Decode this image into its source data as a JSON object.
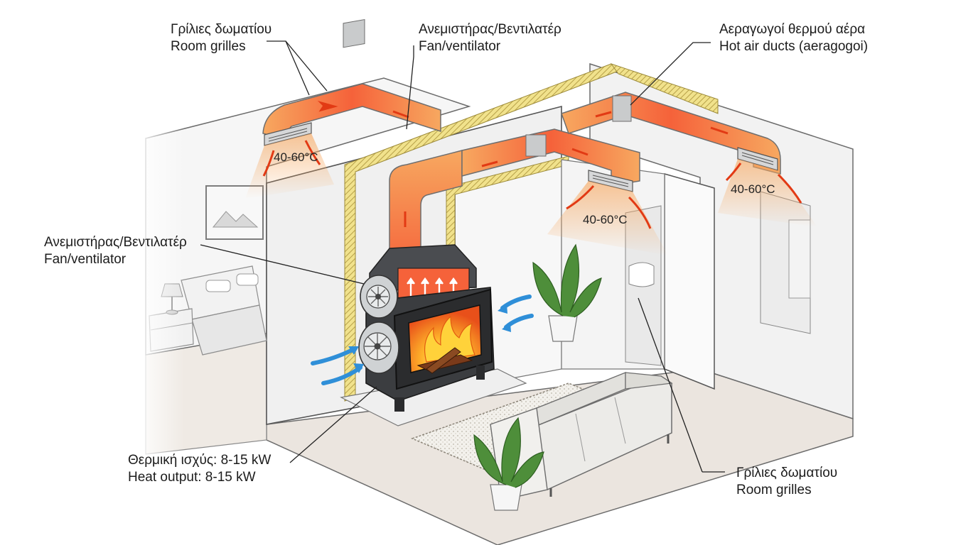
{
  "labels": {
    "room_grilles_top": {
      "greek": "Γρίλιες δωματίου",
      "english": "Room grilles"
    },
    "fan_top": {
      "greek": "Ανεμιστήρας/Βεντιλατέρ",
      "english": "Fan/ventilator"
    },
    "hot_air_ducts": {
      "greek": "Αεραγωγοί θερμού αέρα",
      "english": "Hot air ducts (aeragogoi)"
    },
    "fan_left": {
      "greek": "Ανεμιστήρας/Βεντιλατέρ",
      "english": "Fan/ventilator"
    },
    "heat_output": {
      "greek": "Θερμική ισχύς: 8-15 kW",
      "english": "Heat output: 8-15 kW"
    },
    "room_grilles_bottom": {
      "greek": "Γρίλιες δωματίου",
      "english": "Room grilles"
    }
  },
  "temperatures": {
    "left_room": "40-60°C",
    "center": "40-60°C",
    "right_room": "40-60°C"
  },
  "colors": {
    "duct_hot": "#f5623a",
    "duct_warm": "#f7a860",
    "duct_metal": "#c9cbcc",
    "cold_air": "#2f8fd8",
    "insulation": "#f1e28c",
    "floor": "#ebe5df",
    "wall": "#f4f4f4",
    "stove": "#3b3d40",
    "fire": "#ff8a1e"
  },
  "icons": [
    "fan-icon",
    "flame-icon",
    "plant-icon",
    "lamp-icon",
    "arrow-icon",
    "grille-icon"
  ]
}
